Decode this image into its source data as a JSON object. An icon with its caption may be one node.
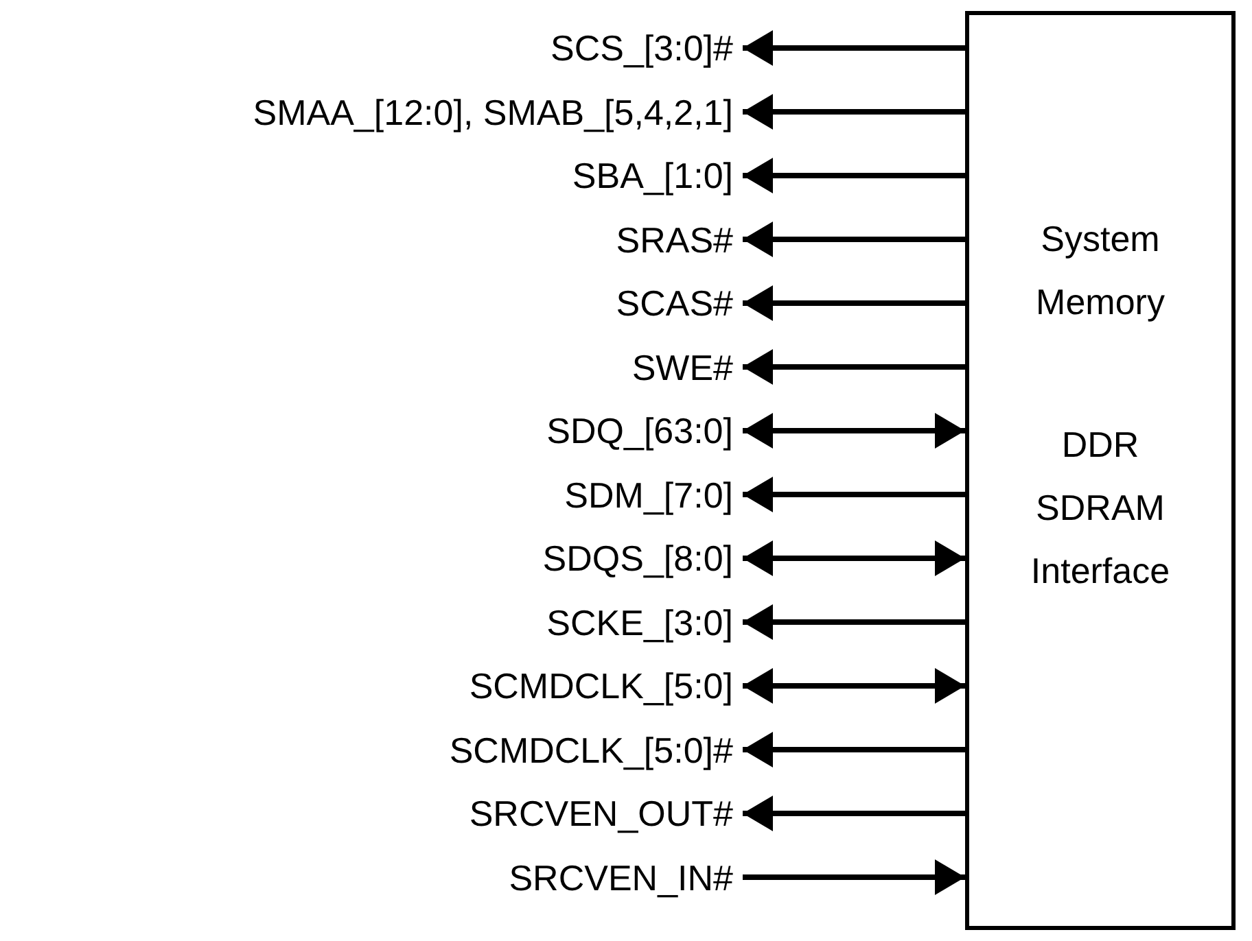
{
  "diagram": {
    "nodes": [
      {
        "text": [
          "System Memory",
          "DDR SDRAM Interface"
        ]
      },
      {
        "text": [
          "SCS_[3:0]#"
        ]
      },
      {
        "text": [
          "SMAA_[12:0], SMAB_[5,4,2,1]"
        ]
      },
      {
        "text": [
          "SBA_[1:0]"
        ]
      },
      {
        "text": [
          "SRAS#"
        ]
      },
      {
        "text": [
          "SCAS#"
        ]
      },
      {
        "text": [
          "SWE#"
        ]
      },
      {
        "text": [
          "SDQ_[63:0]"
        ]
      },
      {
        "text": [
          "SDM_[7:0]"
        ]
      },
      {
        "text": [
          "SDQS_[8:0]"
        ]
      },
      {
        "text": [
          "SCKE_[3:0]"
        ]
      },
      {
        "text": [
          "SCMDCLK_[5:0]"
        ]
      },
      {
        "text": [
          "SCMDCLK_[5:0]#"
        ]
      },
      {
        "text": [
          "SRCVEN_OUT#"
        ]
      },
      {
        "text": [
          "SRCVEN_IN#"
        ]
      }
    ],
    "edges": [
      {
        "from": 0,
        "to": 1,
        "arrow": "to"
      },
      {
        "from": 0,
        "to": 2,
        "arrow": "to"
      },
      {
        "from": 0,
        "to": 3,
        "arrow": "to"
      },
      {
        "from": 0,
        "to": 4,
        "arrow": "to"
      },
      {
        "from": 0,
        "to": 5,
        "arrow": "to"
      },
      {
        "from": 0,
        "to": 6,
        "arrow": "to"
      },
      {
        "from": 0,
        "to": 7,
        "arrow": "both"
      },
      {
        "from": 0,
        "to": 8,
        "arrow": "to"
      },
      {
        "from": 0,
        "to": 9,
        "arrow": "both"
      },
      {
        "from": 0,
        "to": 10,
        "arrow": "to"
      },
      {
        "from": 0,
        "to": 11,
        "arrow": "both"
      },
      {
        "from": 0,
        "to": 12,
        "arrow": "to"
      },
      {
        "from": 0,
        "to": 13,
        "arrow": "to"
      },
      {
        "from": 14,
        "to": 0,
        "arrow": "to"
      }
    ]
  }
}
